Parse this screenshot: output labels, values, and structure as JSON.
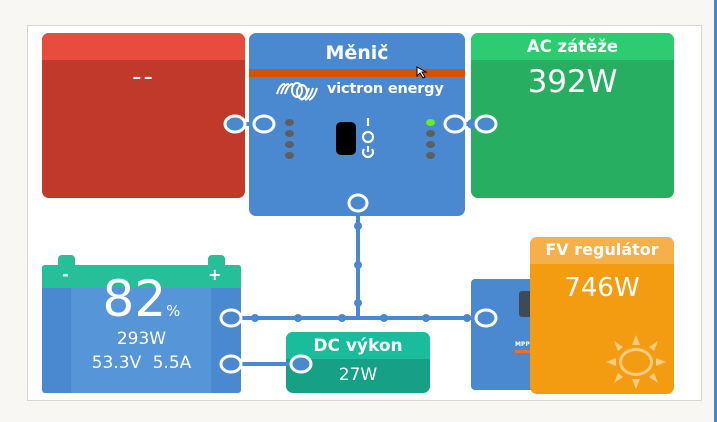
{
  "grid": {
    "title": "",
    "value": "--",
    "color": "#c0392b",
    "header_color": "#e74c3c"
  },
  "inverter": {
    "title": "Měnič",
    "brand": "victron energy",
    "leds_left": [
      false,
      false,
      false,
      false
    ],
    "leds_right": [
      true,
      false,
      false,
      false
    ],
    "switch_icons": [
      "I",
      "O",
      "⏻"
    ]
  },
  "ac_loads": {
    "title": "AC zátěže",
    "value": "392W",
    "color": "#27ae60"
  },
  "battery": {
    "minus_label": "-",
    "plus_label": "+",
    "soc": "82",
    "soc_unit": "%",
    "power": "293W",
    "voltage": "53.3V",
    "current": "5.5A"
  },
  "dc_power": {
    "title": "DC výkon",
    "value": "27W"
  },
  "solar": {
    "title": "FV regulátor",
    "value": "746W",
    "device_label": "MPPT",
    "icon": "sun-icon"
  },
  "colors": {
    "accent_blue": "#4a89d0",
    "inverter_stripe": "#d35400",
    "battery_top": "#26bf9a"
  }
}
